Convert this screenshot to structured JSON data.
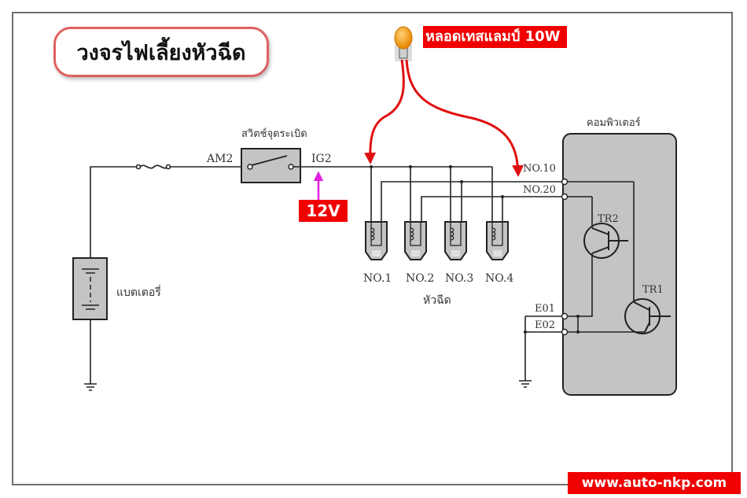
{
  "title": "วงจรไฟเลี้ยงหัวฉีด",
  "test_lamp": {
    "label": "หลอดเทสแลมป์ 10W",
    "icon": "bulb-icon",
    "color": "#f5a623"
  },
  "voltage_label": "12V",
  "watermark": "www.auto-nkp.com",
  "colors": {
    "label_bg": "#f00000",
    "lamp_wire": "#e01010",
    "voltage_arrow": "#e020e0",
    "component_fill": "#c4c4c4",
    "title_border": "#e06060"
  },
  "components": {
    "battery": "แบตเตอรี่",
    "ignition_switch": "สวิตช์จุดระเบิด",
    "switch_in_terminal": "AM2",
    "switch_out_terminal": "IG2",
    "injectors_group": "หัวฉีด",
    "injectors": [
      "NO.1",
      "NO.2",
      "NO.3",
      "NO.4"
    ],
    "ecu": "คอมพิวเตอร์",
    "ecu_terminals": [
      "NO.10",
      "NO.20",
      "E01",
      "E02"
    ],
    "transistors": [
      "TR2",
      "TR1"
    ]
  }
}
